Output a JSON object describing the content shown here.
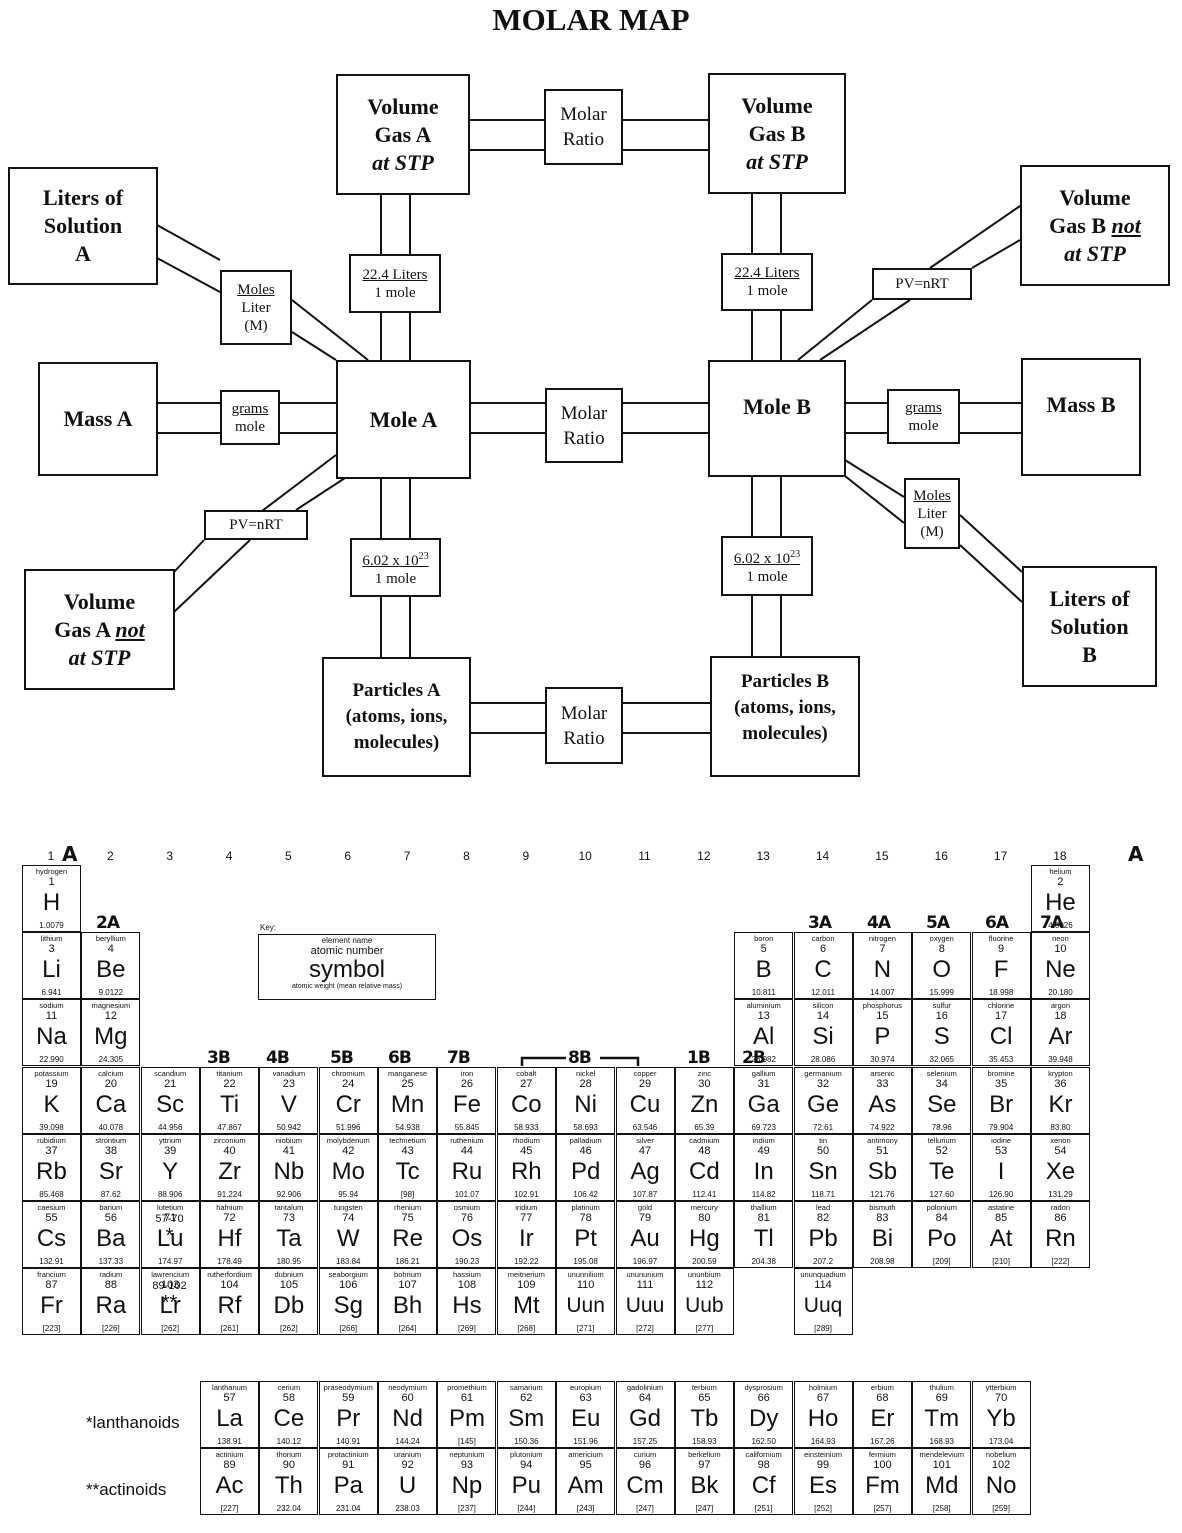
{
  "title": "MOLAR MAP",
  "map": {
    "vol_a_stp": [
      "Volume",
      "Gas A",
      "at STP"
    ],
    "vol_b_stp": [
      "Volume",
      "Gas B",
      "at STP"
    ],
    "liters_a": [
      "Liters of",
      "Solution",
      "A"
    ],
    "liters_b": [
      "Liters of",
      "Solution",
      "B"
    ],
    "vol_b_not": [
      "Volume",
      "Gas B ",
      "not",
      "at STP"
    ],
    "vol_a_not": [
      "Volume",
      "Gas A ",
      "not",
      "at STP"
    ],
    "mass_a": "Mass A",
    "mass_b": "Mass B",
    "mole_a": "Mole A",
    "mole_b": "Mole B",
    "particles_a": [
      "Particles A",
      "(atoms, ions,",
      "molecules)"
    ],
    "particles_b": [
      "Particles B",
      "(atoms, ions,",
      "molecules)"
    ],
    "molar_ratio": [
      "Molar",
      "Ratio"
    ],
    "liters_factor": [
      "22.4 Liters",
      "1 mole"
    ],
    "avogadro_factor": [
      "6.02 x 10",
      "23",
      "1 mole"
    ],
    "grams_factor": [
      "grams",
      "mole"
    ],
    "molarity_factor": [
      "Moles",
      "Liter",
      "(M)"
    ],
    "gas_law": "PV=nRT"
  },
  "periodic_table": {
    "groups": [
      "1",
      "2",
      "3",
      "4",
      "5",
      "6",
      "7",
      "8",
      "9",
      "10",
      "11",
      "12",
      "13",
      "14",
      "15",
      "16",
      "17",
      "18"
    ],
    "handwritten": {
      "g1": "A",
      "g18": "A",
      "g2": "2A",
      "g13": "3A",
      "g14": "4A",
      "g15": "5A",
      "g16": "6A",
      "g17": "7A",
      "g3": "3B",
      "g4": "4B",
      "g5": "5B",
      "g6": "6B",
      "g7": "7B",
      "g8_10": "8B",
      "g11": "1B",
      "g12": "2B"
    },
    "key": {
      "label": "Key:",
      "name": "element name",
      "number": "atomic number",
      "symbol": "symbol",
      "weight": "atomic weight (mean relative mass)"
    },
    "lanthanoid_marker": {
      "range": "57-70",
      "star": "*"
    },
    "actinoid_marker": {
      "range": "89-102",
      "star": "**"
    },
    "lanthanoids_label": "*lanthanoids",
    "actinoids_label": "**actinoids",
    "elements": [
      [
        "hydrogen",
        "1",
        "H",
        "1.0079",
        1,
        1
      ],
      [
        "helium",
        "2",
        "He",
        "4.0026",
        18,
        1
      ],
      [
        "lithium",
        "3",
        "Li",
        "6.941",
        1,
        2
      ],
      [
        "beryllium",
        "4",
        "Be",
        "9.0122",
        2,
        2
      ],
      [
        "boron",
        "5",
        "B",
        "10.811",
        13,
        2
      ],
      [
        "carbon",
        "6",
        "C",
        "12.011",
        14,
        2
      ],
      [
        "nitrogen",
        "7",
        "N",
        "14.007",
        15,
        2
      ],
      [
        "oxygen",
        "8",
        "O",
        "15.999",
        16,
        2
      ],
      [
        "fluorine",
        "9",
        "F",
        "18.998",
        17,
        2
      ],
      [
        "neon",
        "10",
        "Ne",
        "20.180",
        18,
        2
      ],
      [
        "sodium",
        "11",
        "Na",
        "22.990",
        1,
        3
      ],
      [
        "magnesium",
        "12",
        "Mg",
        "24.305",
        2,
        3
      ],
      [
        "aluminium",
        "13",
        "Al",
        "26.982",
        13,
        3
      ],
      [
        "silicon",
        "14",
        "Si",
        "28.086",
        14,
        3
      ],
      [
        "phosphorus",
        "15",
        "P",
        "30.974",
        15,
        3
      ],
      [
        "sulfur",
        "16",
        "S",
        "32.065",
        16,
        3
      ],
      [
        "chlorine",
        "17",
        "Cl",
        "35.453",
        17,
        3
      ],
      [
        "argon",
        "18",
        "Ar",
        "39.948",
        18,
        3
      ],
      [
        "potassium",
        "19",
        "K",
        "39.098",
        1,
        4
      ],
      [
        "calcium",
        "20",
        "Ca",
        "40.078",
        2,
        4
      ],
      [
        "scandium",
        "21",
        "Sc",
        "44.956",
        3,
        4
      ],
      [
        "titanium",
        "22",
        "Ti",
        "47.867",
        4,
        4
      ],
      [
        "vanadium",
        "23",
        "V",
        "50.942",
        5,
        4
      ],
      [
        "chromium",
        "24",
        "Cr",
        "51.996",
        6,
        4
      ],
      [
        "manganese",
        "25",
        "Mn",
        "54.938",
        7,
        4
      ],
      [
        "iron",
        "26",
        "Fe",
        "55.845",
        8,
        4
      ],
      [
        "cobalt",
        "27",
        "Co",
        "58.933",
        9,
        4
      ],
      [
        "nickel",
        "28",
        "Ni",
        "58.693",
        10,
        4
      ],
      [
        "copper",
        "29",
        "Cu",
        "63.546",
        11,
        4
      ],
      [
        "zinc",
        "30",
        "Zn",
        "65.39",
        12,
        4
      ],
      [
        "gallium",
        "31",
        "Ga",
        "69.723",
        13,
        4
      ],
      [
        "germanium",
        "32",
        "Ge",
        "72.61",
        14,
        4
      ],
      [
        "arsenic",
        "33",
        "As",
        "74.922",
        15,
        4
      ],
      [
        "selenium",
        "34",
        "Se",
        "78.96",
        16,
        4
      ],
      [
        "bromine",
        "35",
        "Br",
        "79.904",
        17,
        4
      ],
      [
        "krypton",
        "36",
        "Kr",
        "83.80",
        18,
        4
      ],
      [
        "rubidium",
        "37",
        "Rb",
        "85.468",
        1,
        5
      ],
      [
        "strontium",
        "38",
        "Sr",
        "87.62",
        2,
        5
      ],
      [
        "yttrium",
        "39",
        "Y",
        "88.906",
        3,
        5
      ],
      [
        "zirconium",
        "40",
        "Zr",
        "91.224",
        4,
        5
      ],
      [
        "niobium",
        "41",
        "Nb",
        "92.906",
        5,
        5
      ],
      [
        "molybdenum",
        "42",
        "Mo",
        "95.94",
        6,
        5
      ],
      [
        "technetium",
        "43",
        "Tc",
        "[98]",
        7,
        5
      ],
      [
        "ruthenium",
        "44",
        "Ru",
        "101.07",
        8,
        5
      ],
      [
        "rhodium",
        "45",
        "Rh",
        "102.91",
        9,
        5
      ],
      [
        "palladium",
        "46",
        "Pd",
        "106.42",
        10,
        5
      ],
      [
        "silver",
        "47",
        "Ag",
        "107.87",
        11,
        5
      ],
      [
        "cadmium",
        "48",
        "Cd",
        "112.41",
        12,
        5
      ],
      [
        "indium",
        "49",
        "In",
        "114.82",
        13,
        5
      ],
      [
        "tin",
        "50",
        "Sn",
        "118.71",
        14,
        5
      ],
      [
        "antimony",
        "51",
        "Sb",
        "121.76",
        15,
        5
      ],
      [
        "tellurium",
        "52",
        "Te",
        "127.60",
        16,
        5
      ],
      [
        "iodine",
        "53",
        "I",
        "126.90",
        17,
        5
      ],
      [
        "xenon",
        "54",
        "Xe",
        "131.29",
        18,
        5
      ],
      [
        "caesium",
        "55",
        "Cs",
        "132.91",
        1,
        6
      ],
      [
        "barium",
        "56",
        "Ba",
        "137.33",
        2,
        6
      ],
      [
        "lutetium",
        "71",
        "Lu",
        "174.97",
        3,
        6
      ],
      [
        "hafnium",
        "72",
        "Hf",
        "178.49",
        4,
        6
      ],
      [
        "tantalum",
        "73",
        "Ta",
        "180.95",
        5,
        6
      ],
      [
        "tungsten",
        "74",
        "W",
        "183.84",
        6,
        6
      ],
      [
        "rhenium",
        "75",
        "Re",
        "186.21",
        7,
        6
      ],
      [
        "osmium",
        "76",
        "Os",
        "190.23",
        8,
        6
      ],
      [
        "iridium",
        "77",
        "Ir",
        "192.22",
        9,
        6
      ],
      [
        "platinum",
        "78",
        "Pt",
        "195.08",
        10,
        6
      ],
      [
        "gold",
        "79",
        "Au",
        "196.97",
        11,
        6
      ],
      [
        "mercury",
        "80",
        "Hg",
        "200.59",
        12,
        6
      ],
      [
        "thallium",
        "81",
        "Tl",
        "204.38",
        13,
        6
      ],
      [
        "lead",
        "82",
        "Pb",
        "207.2",
        14,
        6
      ],
      [
        "bismuth",
        "83",
        "Bi",
        "208.98",
        15,
        6
      ],
      [
        "polonium",
        "84",
        "Po",
        "[209]",
        16,
        6
      ],
      [
        "astatine",
        "85",
        "At",
        "[210]",
        17,
        6
      ],
      [
        "radon",
        "86",
        "Rn",
        "[222]",
        18,
        6
      ],
      [
        "francium",
        "87",
        "Fr",
        "[223]",
        1,
        7
      ],
      [
        "radium",
        "88",
        "Ra",
        "[226]",
        2,
        7
      ],
      [
        "lawrencium",
        "103",
        "Lr",
        "[262]",
        3,
        7
      ],
      [
        "rutherfordium",
        "104",
        "Rf",
        "[261]",
        4,
        7
      ],
      [
        "dubnium",
        "105",
        "Db",
        "[262]",
        5,
        7
      ],
      [
        "seaborgium",
        "106",
        "Sg",
        "[266]",
        6,
        7
      ],
      [
        "bohrium",
        "107",
        "Bh",
        "[264]",
        7,
        7
      ],
      [
        "hassium",
        "108",
        "Hs",
        "[269]",
        8,
        7
      ],
      [
        "meitnerium",
        "109",
        "Mt",
        "[268]",
        9,
        7
      ],
      [
        "ununnilium",
        "110",
        "Uun",
        "[271]",
        10,
        7
      ],
      [
        "unununium",
        "111",
        "Uuu",
        "[272]",
        11,
        7
      ],
      [
        "ununbium",
        "112",
        "Uub",
        "[277]",
        12,
        7
      ],
      [
        "ununquadium",
        "114",
        "Uuq",
        "[289]",
        14,
        7
      ]
    ],
    "lanthanoids": [
      [
        "lanthanum",
        "57",
        "La",
        "138.91"
      ],
      [
        "cerium",
        "58",
        "Ce",
        "140.12"
      ],
      [
        "praseodymium",
        "59",
        "Pr",
        "140.91"
      ],
      [
        "neodymium",
        "60",
        "Nd",
        "144.24"
      ],
      [
        "promethium",
        "61",
        "Pm",
        "[145]"
      ],
      [
        "samarium",
        "62",
        "Sm",
        "150.36"
      ],
      [
        "europium",
        "63",
        "Eu",
        "151.96"
      ],
      [
        "gadolinium",
        "64",
        "Gd",
        "157.25"
      ],
      [
        "terbium",
        "65",
        "Tb",
        "158.93"
      ],
      [
        "dysprosium",
        "66",
        "Dy",
        "162.50"
      ],
      [
        "holmium",
        "67",
        "Ho",
        "164.93"
      ],
      [
        "erbium",
        "68",
        "Er",
        "167.26"
      ],
      [
        "thulium",
        "69",
        "Tm",
        "168.93"
      ],
      [
        "ytterbium",
        "70",
        "Yb",
        "173.04"
      ]
    ],
    "actinoids": [
      [
        "actinium",
        "89",
        "Ac",
        "[227]"
      ],
      [
        "thorium",
        "90",
        "Th",
        "232.04"
      ],
      [
        "protactinium",
        "91",
        "Pa",
        "231.04"
      ],
      [
        "uranium",
        "92",
        "U",
        "238.03"
      ],
      [
        "neptunium",
        "93",
        "Np",
        "[237]"
      ],
      [
        "plutonium",
        "94",
        "Pu",
        "[244]"
      ],
      [
        "americium",
        "95",
        "Am",
        "[243]"
      ],
      [
        "curium",
        "96",
        "Cm",
        "[247]"
      ],
      [
        "berkelium",
        "97",
        "Bk",
        "[247]"
      ],
      [
        "californium",
        "98",
        "Cf",
        "[251]"
      ],
      [
        "einsteinium",
        "99",
        "Es",
        "[252]"
      ],
      [
        "fermium",
        "100",
        "Fm",
        "[257]"
      ],
      [
        "mendelevium",
        "101",
        "Md",
        "[258]"
      ],
      [
        "nobelium",
        "102",
        "No",
        "[259]"
      ]
    ]
  }
}
